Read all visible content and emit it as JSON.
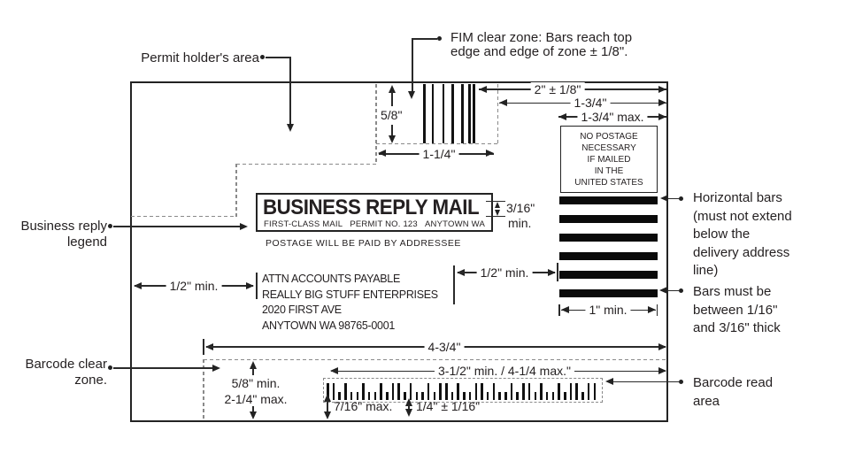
{
  "colors": {
    "ink": "#231f20",
    "line": "#2a2a2a",
    "dash": "#8a8a8a",
    "bar": "#111111"
  },
  "callouts": {
    "permit_area": "Permit holder's area",
    "fim_note_line1": "FIM clear zone: Bars reach top",
    "fim_note_line2": "edge and edge of zone ± 1/8\".",
    "business_reply_line1": "Business reply",
    "business_reply_line2": "legend",
    "horizontal_bars_note": "Horizontal bars (must not extend below the delivery address line)",
    "bars_thickness_note": "Bars must be between 1/16\" and 3/16\" thick",
    "barcode_clear_line1": "Barcode clear",
    "barcode_clear_line2": "zone.",
    "barcode_read_line1": "Barcode read",
    "barcode_read_line2": "area"
  },
  "dims": {
    "fim_height": "5/8\"",
    "fim_width": "1-1/4\"",
    "top_width": "2\" ± 1/8\"",
    "mid_width": "1-3/4\"",
    "stamp_width_max": "1-3/4\" max.",
    "legend_height": "3/16\"",
    "legend_height_min": "min.",
    "left_margin": "1/2\" min.",
    "right_margin": "1/2\" min.",
    "bars_width": "1\" min.",
    "address_span": "4-3/4\"",
    "clear_zone_min": "5/8\" min.",
    "clear_zone_max": "2-1/4\" max.",
    "barcode_span": "3-1/2\" min. / 4-1/4 max.\"",
    "barcode_offset": "7/16\" max.",
    "barcode_height": "1/4\" ± 1/16\""
  },
  "envelope": {
    "no_postage_lines": [
      "NO POSTAGE",
      "NECESSARY",
      "IF MAILED",
      "IN THE",
      "UNITED STATES"
    ],
    "brm_title": "BUSINESS REPLY MAIL",
    "brm_class": "FIRST-CLASS MAIL",
    "brm_permit": "PERMIT NO. 123",
    "brm_city": "ANYTOWN WA",
    "postage_paid": "POSTAGE WILL BE PAID BY ADDRESSEE",
    "address_lines": [
      "ATTN ACCOUNTS PAYABLE",
      "REALLY BIG STUFF ENTERPRISES",
      "2020 FIRST AVE",
      "ANYTOWN WA 98765-0001"
    ]
  },
  "graphics": {
    "fim_bar_offsets": [
      0,
      9.5,
      21.5,
      32,
      43,
      51,
      56
    ],
    "horizontal_bar_count": 6,
    "horizontal_bar_pitch": 21,
    "postnet_pattern": "1101001001011010010110100110100101101001011011",
    "postnet_pitch": 6.7
  }
}
